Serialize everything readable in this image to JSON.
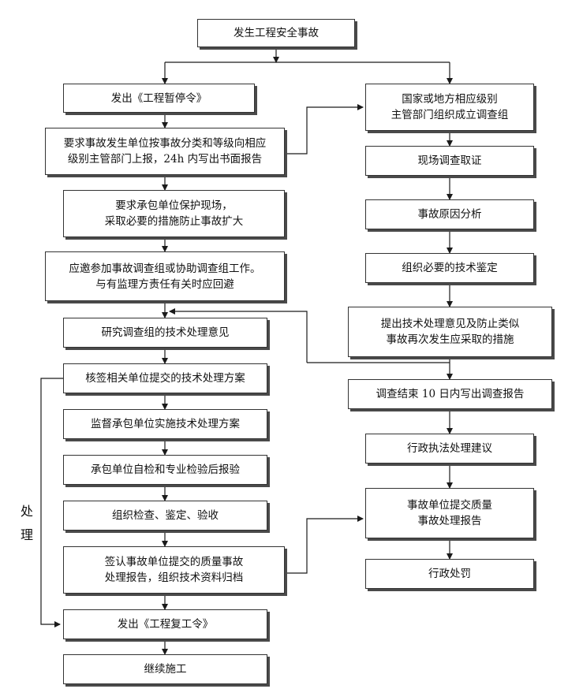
{
  "diagram": {
    "start": "发生工程安全事故",
    "left_column": [
      "发出《工程暂停令》",
      "要求事故发生单位按事故分类和等级向相应\n级别主管部门上报，24h 内写出书面报告",
      "要求承包单位保护现场，\n采取必要的措施防止事故扩大",
      "应邀参加事故调查组或协助调查组工作。\n与有监理方责任有关时应回避",
      "研究调查组的技术处理意见",
      "核签相关单位提交的技术处理方案",
      "监督承包单位实施技术处理方案",
      "承包单位自检和专业检验后报验",
      "组织检查、鉴定、验收",
      "签认事故单位提交的质量事故\n处理报告，组织技术资料归档",
      "发出《工程复工令》",
      "继续施工"
    ],
    "right_column": [
      "国家或地方相应级别\n主管部门组织成立调查组",
      "现场调查取证",
      "事故原因分析",
      "组织必要的技术鉴定",
      "提出技术处理意见及防止类似\n事故再次发生应采取的措施",
      "调查结束 10 日内写出调查报告",
      "行政执法处理建议",
      "事故单位提交质量\n事故处理报告",
      "行政处罚"
    ],
    "side_label": "处\n理"
  },
  "colors": {
    "line": "#1a1a1a",
    "shadow": "#4a4a4a",
    "box_border": "#333333"
  }
}
